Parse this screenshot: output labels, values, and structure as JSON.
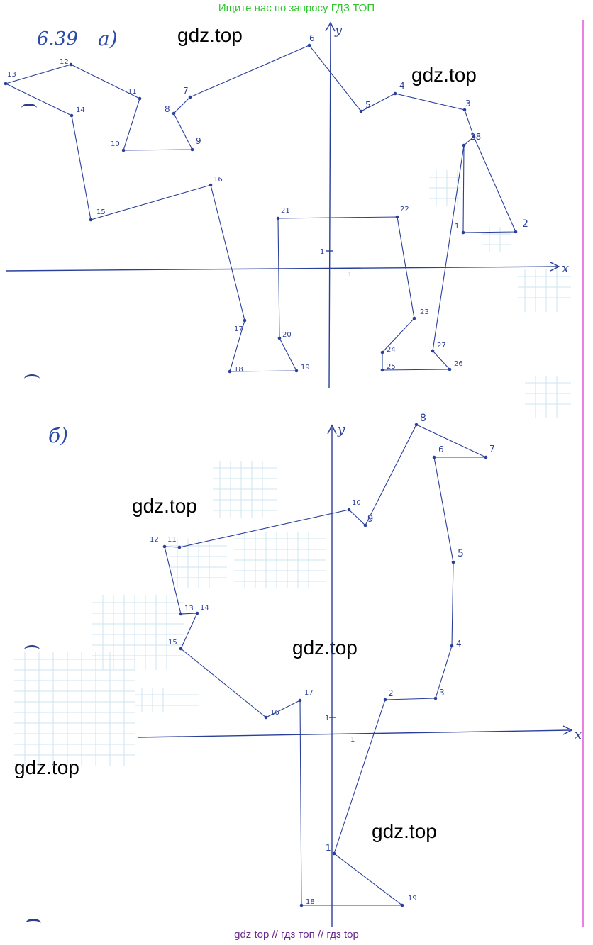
{
  "header_banner": "Ищите нас по запросу ГДЗ ТОП",
  "footer_banner": "gdz top  //  гдз топ  //  гдз top",
  "watermark_text": "gdz.top",
  "problem_number": "6.39",
  "part_a_label": "а)",
  "part_b_label": "б)",
  "axis_x_label": "x",
  "axis_y_label": "y",
  "unit_label": "1",
  "colors": {
    "ink": "#2b4aa8",
    "banner_green": "#2fc52f",
    "footer_purple": "#6a2a8c",
    "margin_pink": "#ea7fe6"
  }
}
